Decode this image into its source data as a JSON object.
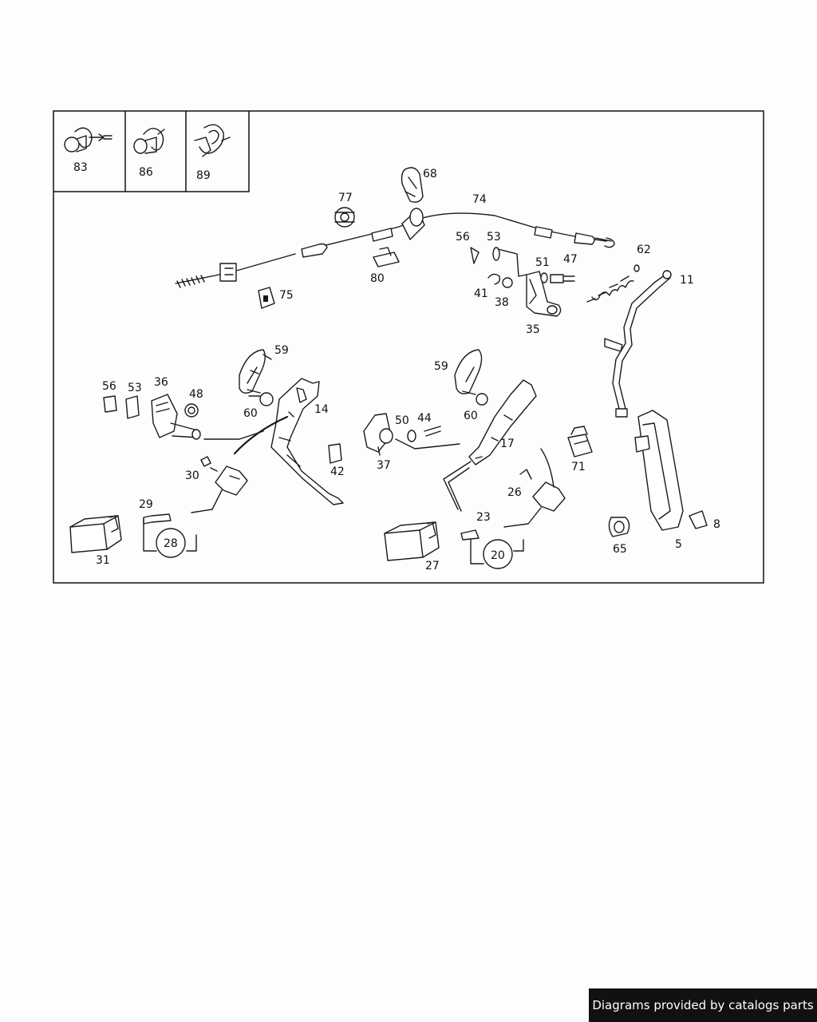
{
  "inset_labels": [
    "83",
    "86",
    "89"
  ],
  "callouts": {
    "p77": "77",
    "p68": "68",
    "p74": "74",
    "p80": "80",
    "p75": "75",
    "p56a": "56",
    "p53a": "53",
    "p51": "51",
    "p47": "47",
    "p41": "41",
    "p38": "38",
    "p35": "35",
    "p62": "62",
    "p11": "11",
    "p59a": "59",
    "p56b": "56",
    "p53b": "53",
    "p36": "36",
    "p48": "48",
    "p60a": "60",
    "p14": "14",
    "p42": "42",
    "p30": "30",
    "p29": "29",
    "p31": "31",
    "p28": "28",
    "p59b": "59",
    "p50": "50",
    "p44": "44",
    "p60b": "60",
    "p37": "37",
    "p17": "17",
    "p71": "71",
    "p26": "26",
    "p23": "23",
    "p27": "27",
    "p20": "20",
    "p65": "65",
    "p5": "5",
    "p8": "8"
  },
  "footer": {
    "text": "Diagrams provided by catalogs parts"
  },
  "colors": {
    "line": "#1a1a1a",
    "background": "#fdfdfd",
    "footer_bg": "#111111",
    "footer_text": "#ffffff"
  }
}
